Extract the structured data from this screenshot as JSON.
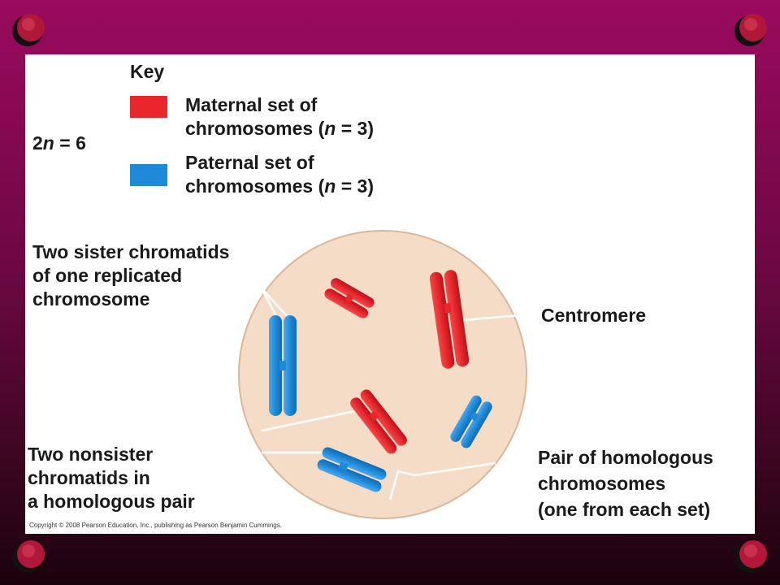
{
  "key": {
    "title": "Key",
    "maternal": {
      "line1": "Maternal set of",
      "line2_pre": "chromosomes (",
      "line2_n": "n",
      "line2_post": " = 3)",
      "color": "#e8262b"
    },
    "paternal": {
      "line1": "Paternal set of",
      "line2_pre": "chromosomes (",
      "line2_n": "n",
      "line2_post": " = 3)",
      "color": "#1f8ad8"
    }
  },
  "ploidy": {
    "prefix": "2",
    "n": "n",
    "suffix": " = 6"
  },
  "labels": {
    "sister_chromatids": "Two sister chromatids\nof one replicated\nchromosome",
    "centromere": "Centromere",
    "nonsister_chromatids": "Two nonsister\nchromatids in\na homologous pair",
    "homologous_pair": "Pair of homologous\nchromosomes\n(one from each set)"
  },
  "copyright": "Copyright © 2008 Pearson Education, Inc., publishing as Pearson Benjamin Cummings.",
  "colors": {
    "maternal": "#e8262b",
    "paternal": "#1f8ad8",
    "cell": "#f5dcc6",
    "background": "#8c0954"
  }
}
